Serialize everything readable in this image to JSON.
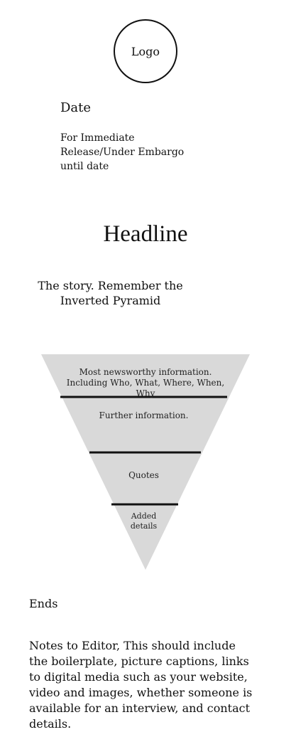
{
  "logo": {
    "label": "Logo"
  },
  "date": {
    "label": "Date"
  },
  "embargo": {
    "text": "For Immediate Release/Under Embargo until date"
  },
  "headline": {
    "text": "Headline"
  },
  "story": {
    "text": "The story. Remember the Inverted Pyramid"
  },
  "pyramid": {
    "fill": "#d9d9d9",
    "line_color": "#111111",
    "levels": [
      {
        "text": "Most newsworthy information. Including Who, What, Where, When, Why"
      },
      {
        "text": "Further information."
      },
      {
        "text": "Quotes"
      },
      {
        "text": "Added details"
      }
    ]
  },
  "ends": {
    "text": "Ends"
  },
  "notes": {
    "text": "Notes to Editor, This should include the boilerplate, picture captions, links to digital media such as your website, video and images, whether someone is available for an interview, and contact details."
  }
}
